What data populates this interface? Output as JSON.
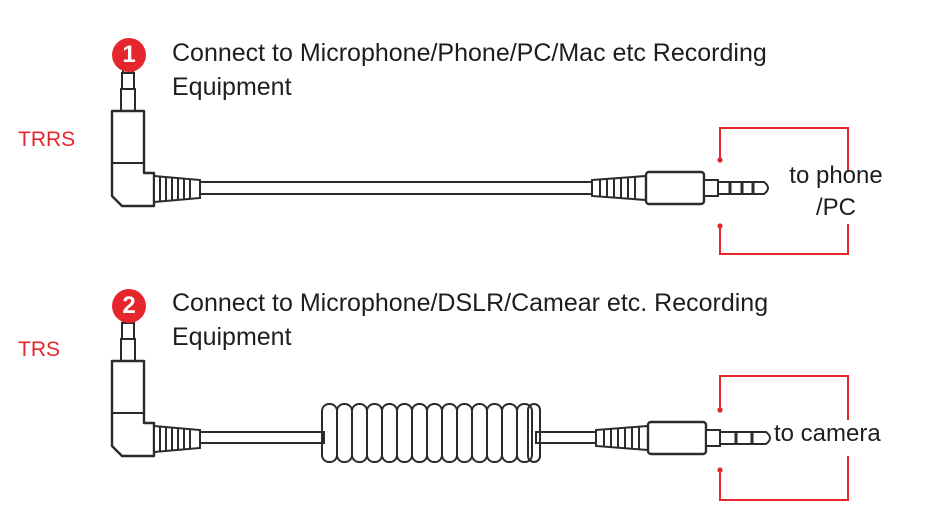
{
  "colors": {
    "accent": "#e5262d",
    "line": "#2b2b2b"
  },
  "step1": {
    "number": "1",
    "title_line1": "Connect to Microphone/Phone/PC/Mac etc Recording",
    "title_line2": "Equipment",
    "plug_type": "TRRS",
    "target_line1": "to phone",
    "target_line2": "/PC"
  },
  "step2": {
    "number": "2",
    "title_line1": "Connect to Microphone/DSLR/Camear etc. Recording",
    "title_line2": "Equipment",
    "plug_type": "TRS",
    "target": "to camera"
  }
}
